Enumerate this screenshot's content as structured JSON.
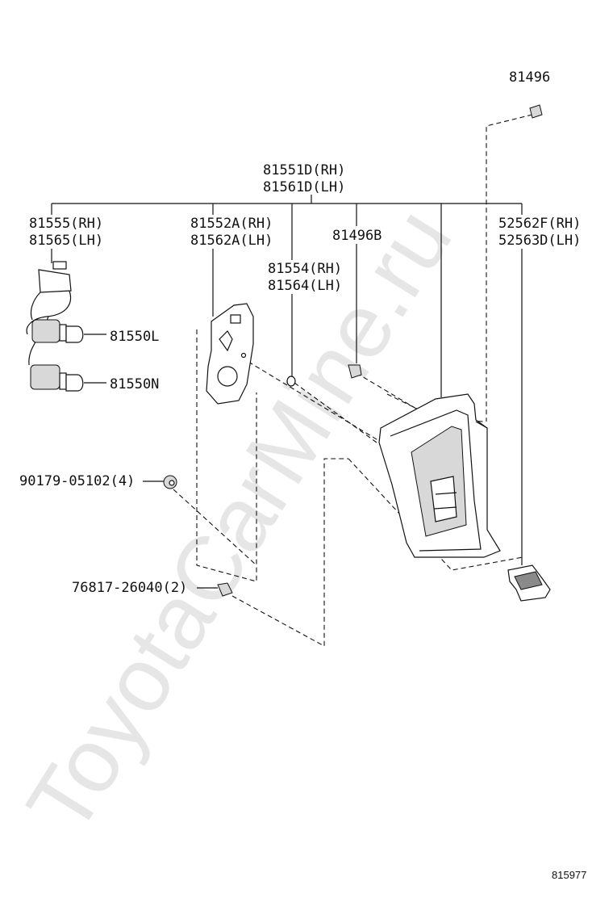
{
  "watermark": "ToyotaCarMine.ru",
  "diagram_code": "815977",
  "labels": {
    "p81496": "81496",
    "p81551d_rh": "81551D(RH)",
    "p81561d_lh": "81561D(LH)",
    "p81555_rh": "81555(RH)",
    "p81565_lh": "81565(LH)",
    "p81552a_rh": "81552A(RH)",
    "p81562a_lh": "81562A(LH)",
    "p81496b": "81496B",
    "p52562f_rh": "52562F(RH)",
    "p52563d_lh": "52563D(LH)",
    "p81554_rh": "81554(RH)",
    "p81564_lh": "81564(LH)",
    "p81550l": "81550L",
    "p81550n": "81550N",
    "p90179": "90179-05102(4)",
    "p76817": "76817-26040(2)"
  }
}
